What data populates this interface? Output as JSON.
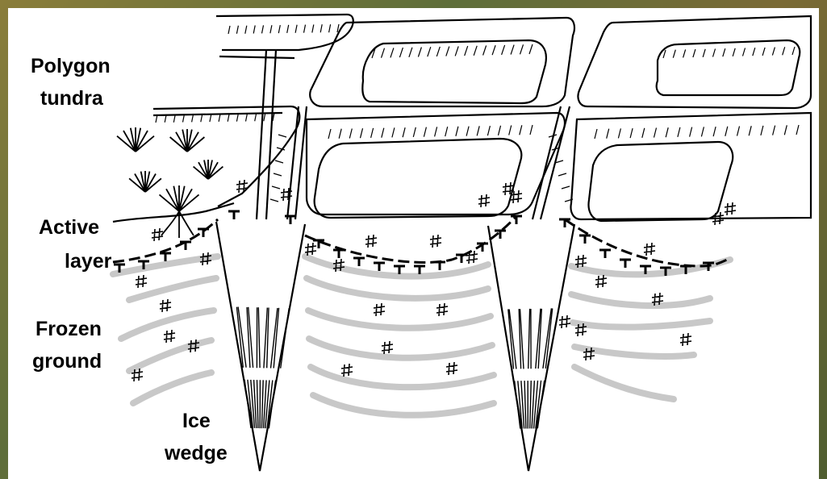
{
  "labels": {
    "polygon": [
      "Polygon",
      "tundra"
    ],
    "active": [
      "Active",
      "layer"
    ],
    "frozen": [
      "Frozen",
      "ground"
    ],
    "ice": [
      "Ice",
      "wedge"
    ]
  }
}
